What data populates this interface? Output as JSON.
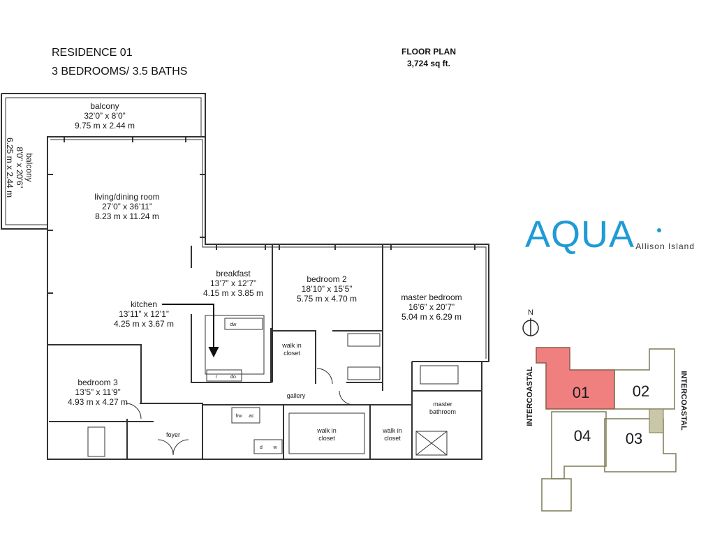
{
  "header": {
    "residence": "RESIDENCE 01",
    "config": "3 BEDROOMS/ 3.5 BATHS",
    "plan_label": "FLOOR PLAN",
    "area": "3,724 sq ft."
  },
  "rooms": {
    "balcony_top": {
      "name": "balcony",
      "dim_ft": "32’0” x 8’0”",
      "dim_m": "9.75 m x 2.44 m"
    },
    "balcony_side": {
      "name": "balcony",
      "dim_ft": "8’0” x 20’6”",
      "dim_m": "6.25 m x 2.44 m"
    },
    "living": {
      "name": "living/dining room",
      "dim_ft": "27’0” x 36’11”",
      "dim_m": "8.23 m x 11.24 m"
    },
    "breakfast": {
      "name": "breakfast",
      "dim_ft": "13’7” x 12’7”",
      "dim_m": "4.15 m x 3.85 m"
    },
    "kitchen": {
      "name": "kitchen",
      "dim_ft": "13’11” x 12’1”",
      "dim_m": "4.25 m x 3.67 m"
    },
    "bedroom2": {
      "name": "bedroom 2",
      "dim_ft": "18’10” x 15’5”",
      "dim_m": "5.75 m x 4.70 m"
    },
    "master": {
      "name": "master bedroom",
      "dim_ft": "16’6” x 20’7”",
      "dim_m": "5.04 m x 6.29 m"
    },
    "bedroom3": {
      "name": "bedroom 3",
      "dim_ft": "13’5” x 11’9”",
      "dim_m": "4.93 m x 4.27 m"
    }
  },
  "labels": {
    "walk_in_closet_1": "walk in",
    "walk_in_closet_1b": "closet",
    "gallery": "gallery",
    "foyer": "foyer",
    "walk_in_closet_2": "walk in",
    "walk_in_closet_2b": "closet",
    "walk_in_closet_3": "walk in",
    "walk_in_closet_3b": "closet",
    "master_bath_1": "master",
    "master_bath_2": "bathroom",
    "dw": "dw",
    "r": "r",
    "do": "do",
    "hw": "hw",
    "ac": "ac",
    "d": "d",
    "w": "w"
  },
  "logo": {
    "brand": "AQUA",
    "sub": "Allison Island"
  },
  "keyplan": {
    "north": "N",
    "units": [
      "01",
      "02",
      "03",
      "04"
    ],
    "left_water": "INTERCOASTAL",
    "right_water": "INTERCOASTAL",
    "highlight_color": "#f08080"
  }
}
